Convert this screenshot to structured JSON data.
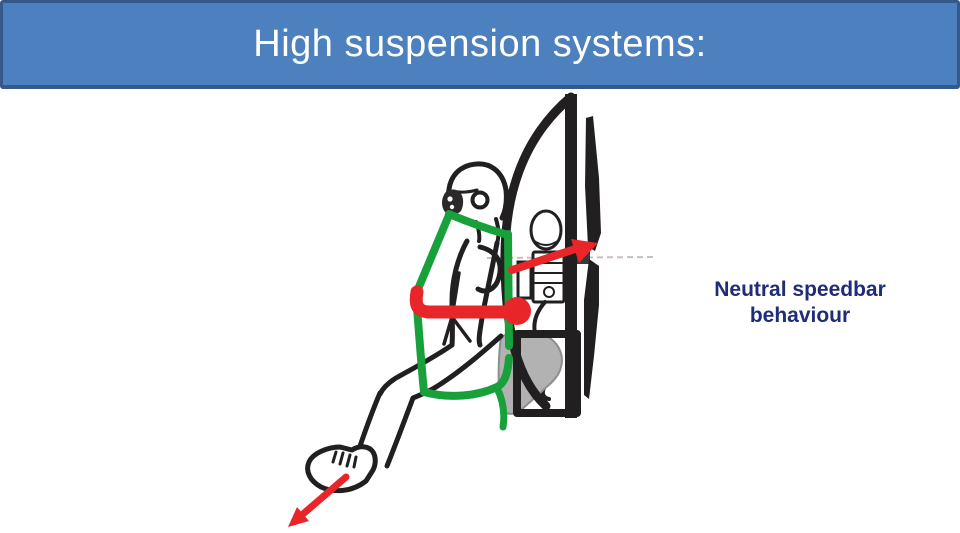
{
  "header": {
    "title": "High suspension systems:"
  },
  "caption": {
    "line1": "Neutral speedbar",
    "line2": "behaviour"
  },
  "colors": {
    "header_bg": "#4d80be",
    "header_border": "#36598c",
    "title_color": "#ffffff",
    "caption_color": "#1f2c78",
    "green": "#18a13b",
    "red": "#e8262a",
    "ink": "#211f1f",
    "pad_gray": "#b2b2b2",
    "pad_edge": "#8e8e8e",
    "dash_gray": "#c9c0c0"
  }
}
